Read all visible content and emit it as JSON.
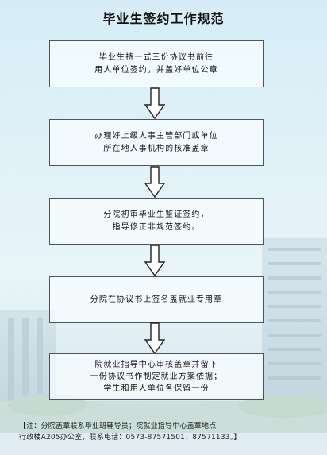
{
  "title": "毕业生签约工作规范",
  "steps": [
    {
      "text": "毕业生持一式三份协议书前往\n用人单位签约，并盖好单位公章"
    },
    {
      "text": "办理好上级人事主管部门或单位\n所在地人事机构的核准盖章"
    },
    {
      "text": "分院初审毕业生鉴证签约，\n指导修正非规范签约。"
    },
    {
      "text": "分院在协议书上签名盖就业专用章"
    },
    {
      "text": "院就业指导中心审核盖章并留下\n一份协议书作制定就业方案依据；\n学生和用人单位各保留一份"
    }
  ],
  "note": {
    "line1": "【注：分院盖章联系毕业班辅导员；院就业指导中心盖章地点",
    "line2": "行政楼A205办公室，联系电话：0573-87571501、87571133。】"
  },
  "colors": {
    "box_border": "#4a5560",
    "arrow_fill": "#ffffff",
    "arrow_stroke": "#222222",
    "background": "#dcecf4"
  }
}
